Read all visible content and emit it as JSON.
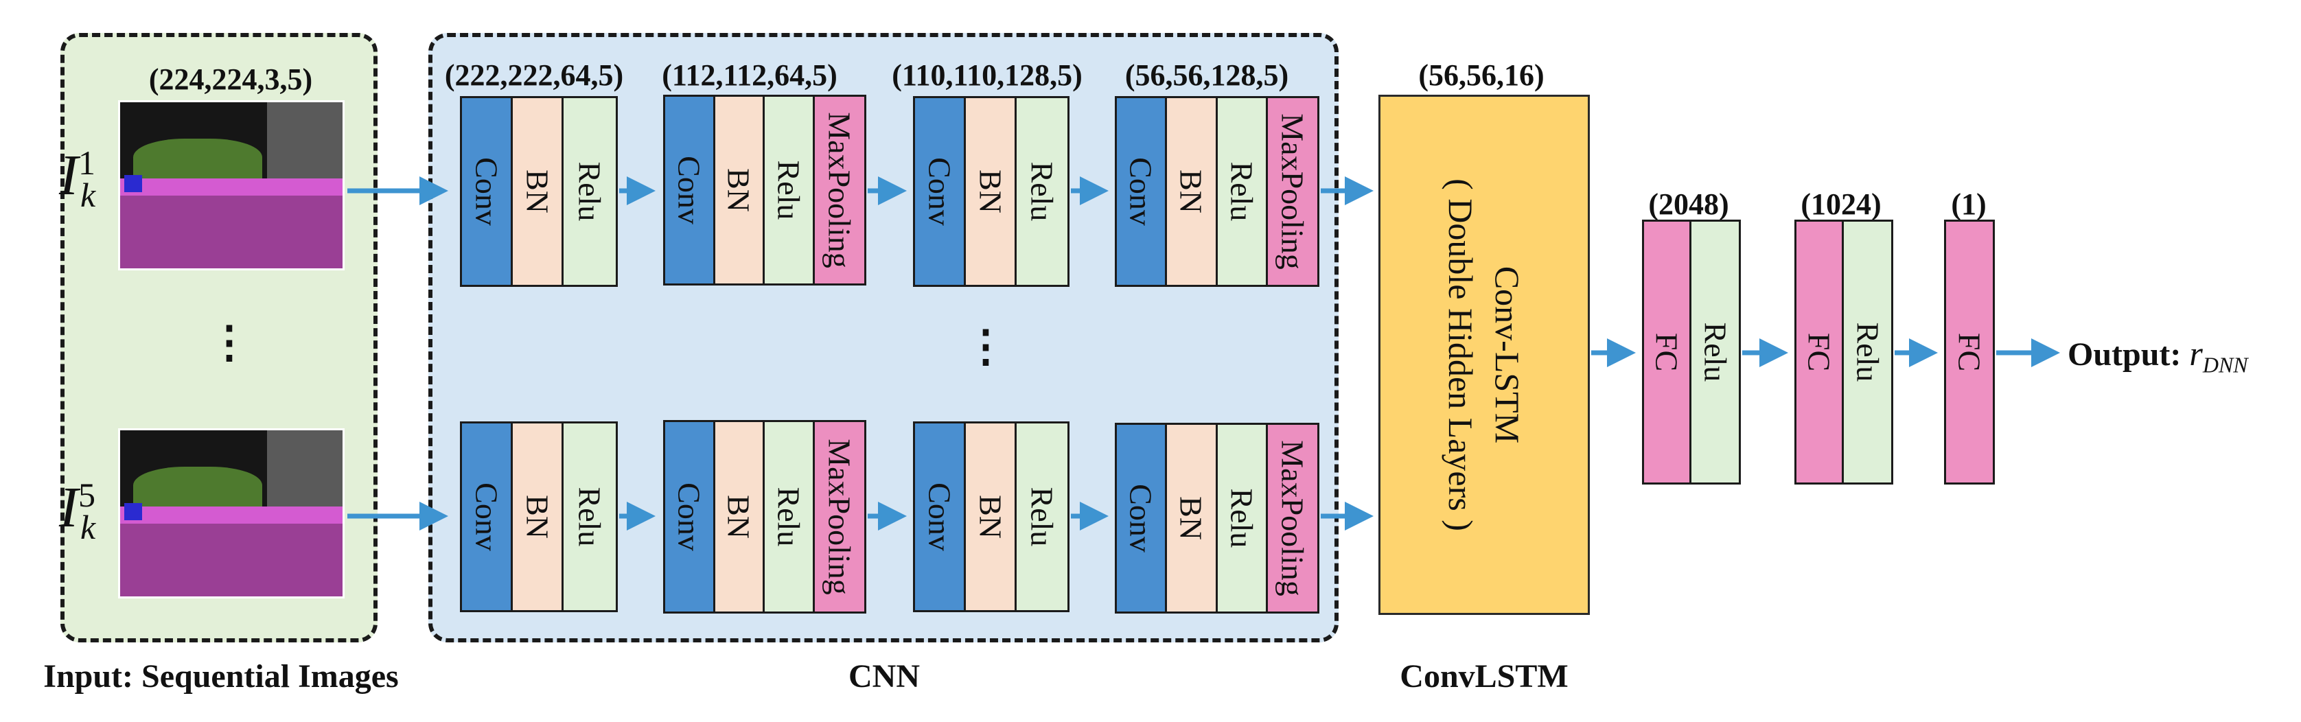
{
  "input": {
    "section_label": "Input: Sequential Images",
    "shape": "(224,224,3,5)",
    "frames": [
      {
        "symbol": "I",
        "sup": "1",
        "sub": "k"
      },
      {
        "symbol": "I",
        "sup": "5",
        "sub": "k"
      }
    ],
    "ellipsis": "⋮"
  },
  "cnn": {
    "section_label": "CNN",
    "ellipsis": "⋮",
    "blocks": [
      {
        "shape": "(222,222,64,5)",
        "layers": [
          "Conv",
          "BN",
          "Relu"
        ]
      },
      {
        "shape": "(112,112,64,5)",
        "layers": [
          "Conv",
          "BN",
          "Relu",
          "MaxPooling"
        ]
      },
      {
        "shape": "(110,110,128,5)",
        "layers": [
          "Conv",
          "BN",
          "Relu"
        ]
      },
      {
        "shape": "(56,56,128,5)",
        "layers": [
          "Conv",
          "BN",
          "Relu",
          "MaxPooling"
        ]
      }
    ]
  },
  "convlstm": {
    "section_label": "ConvLSTM",
    "shape": "(56,56,16)",
    "line1": "Conv-LSTM",
    "line2": "( Double Hidden Layers )"
  },
  "fc_blocks": [
    {
      "shape": "(2048)",
      "layers": [
        "FC",
        "Relu"
      ]
    },
    {
      "shape": "(1024)",
      "layers": [
        "FC",
        "Relu"
      ]
    },
    {
      "shape": "(1)",
      "layers": [
        "FC"
      ]
    }
  ],
  "output": {
    "label": "Output:",
    "symbol": "r",
    "sub": "DNN"
  },
  "colors": {
    "conv": "#4a8fd0",
    "bn": "#f9dfcd",
    "relu": "#def0d8",
    "maxpooling": "#ec8fc0",
    "fc": "#ee91c2",
    "convlstm": "#fed46f",
    "arrow": "#3e94d1",
    "input_bg": "#e3f0d8",
    "cnn_bg": "#d6e6f4"
  }
}
